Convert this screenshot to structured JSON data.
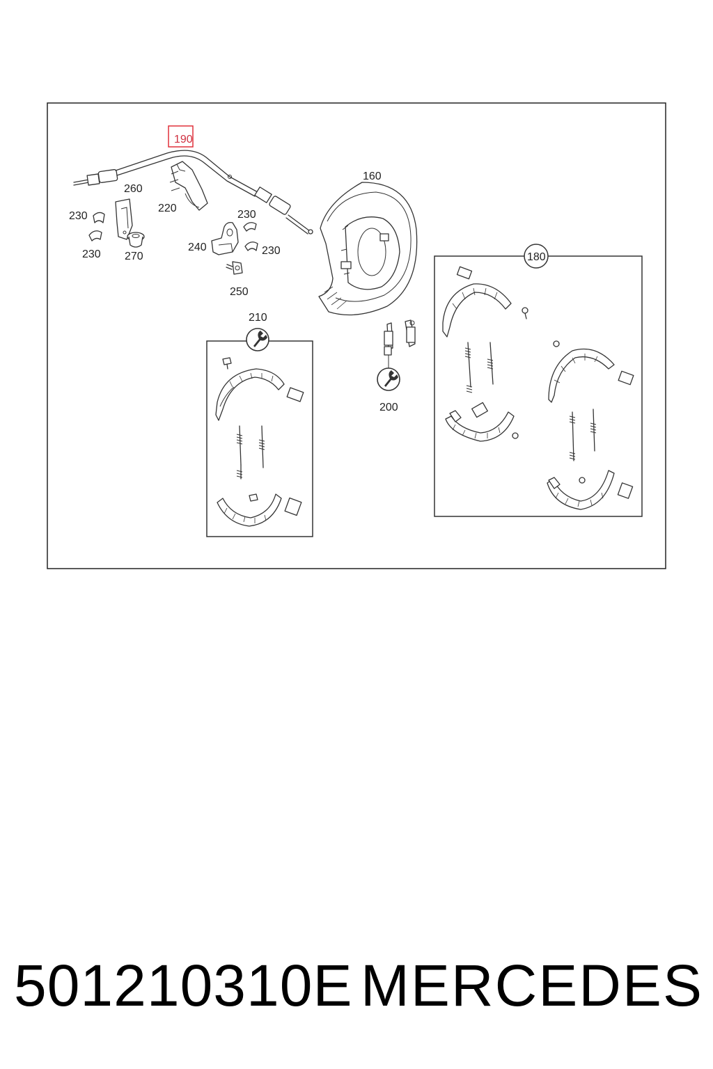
{
  "diagram": {
    "callouts": {
      "c190": "190",
      "c260": "260",
      "c220": "220",
      "c230a": "230",
      "c230b": "230",
      "c230c": "230",
      "c230d": "230",
      "c270": "270",
      "c240": "240",
      "c250": "250",
      "c160": "160",
      "c210": "210",
      "c200": "200",
      "c180": "180"
    },
    "highlight_color": "#e0303a",
    "line_color": "#333333"
  },
  "footer": {
    "part_number": "501210310E",
    "brand": "MERCEDES"
  }
}
